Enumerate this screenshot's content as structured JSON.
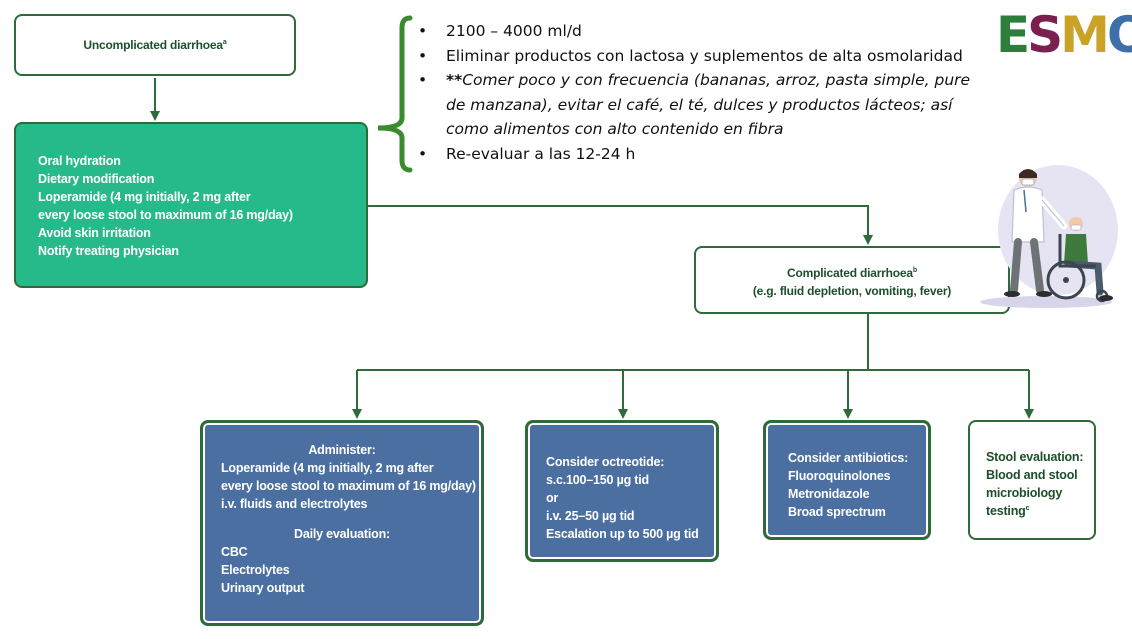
{
  "uncomplicated": {
    "title": "Uncomplicated diarrhoea",
    "sup": "a"
  },
  "management": {
    "lines": [
      "Oral hydration",
      "Dietary modification",
      "Loperamide (4 mg initially, 2 mg after",
      "every loose stool to maximum of 16 mg/day)",
      "Avoid skin irritation",
      "Notify treating physician"
    ]
  },
  "notes": {
    "bullet_1": "2100 – 4000 ml/d",
    "bullet_2": "Eliminar productos con lactosa y suplementos de alta osmolaridad",
    "bullet_3_prefix": "**",
    "bullet_3_lines": [
      "Comer poco y con frecuencia (bananas, arroz, pasta simple, pure",
      "de manzana), evitar el café, el té, dulces y productos lácteos; así",
      "como alimentos con alto contenido en fibra"
    ],
    "bullet_4": "Re-evaluar a las 12-24 h",
    "bullet_symbol": "•"
  },
  "logo": {
    "letters": [
      "E",
      "S",
      "M",
      "O"
    ],
    "colors": [
      "#2f7d3a",
      "#7b1f4e",
      "#c9a227",
      "#3d6fa8"
    ]
  },
  "complicated": {
    "title": "Complicated diarrhoea",
    "sup": "b",
    "subtitle": "(e.g. fluid depletion, vomiting, fever)"
  },
  "administer": {
    "title": "Administer:",
    "lines": [
      "Loperamide (4 mg initially, 2 mg after",
      "every loose stool to maximum of 16 mg/day)",
      "i.v. fluids and electrolytes"
    ],
    "daily_title": "Daily evaluation:",
    "daily_lines": [
      "CBC",
      "Electrolytes",
      "Urinary output"
    ]
  },
  "octreotide": {
    "lines": [
      "Consider octreotide:",
      "s.c.100–150 µg tid",
      "or",
      "i.v. 25–50 µg tid",
      "Escalation up to 500 µg tid"
    ]
  },
  "antibiotics": {
    "lines": [
      "Consider antibiotics:",
      "Fluoroquinolones",
      "Metronidazole",
      "Broad sprectrum"
    ]
  },
  "stool": {
    "lines": [
      "Stool evaluation:",
      "Blood and stool",
      "microbiology"
    ],
    "last_line": "testing",
    "sup": "c"
  },
  "colors": {
    "connector": "#2f6b3a",
    "bracket": "#3a8a2e",
    "green_box": "#26b98a",
    "blue_box": "#4a6fa0"
  }
}
